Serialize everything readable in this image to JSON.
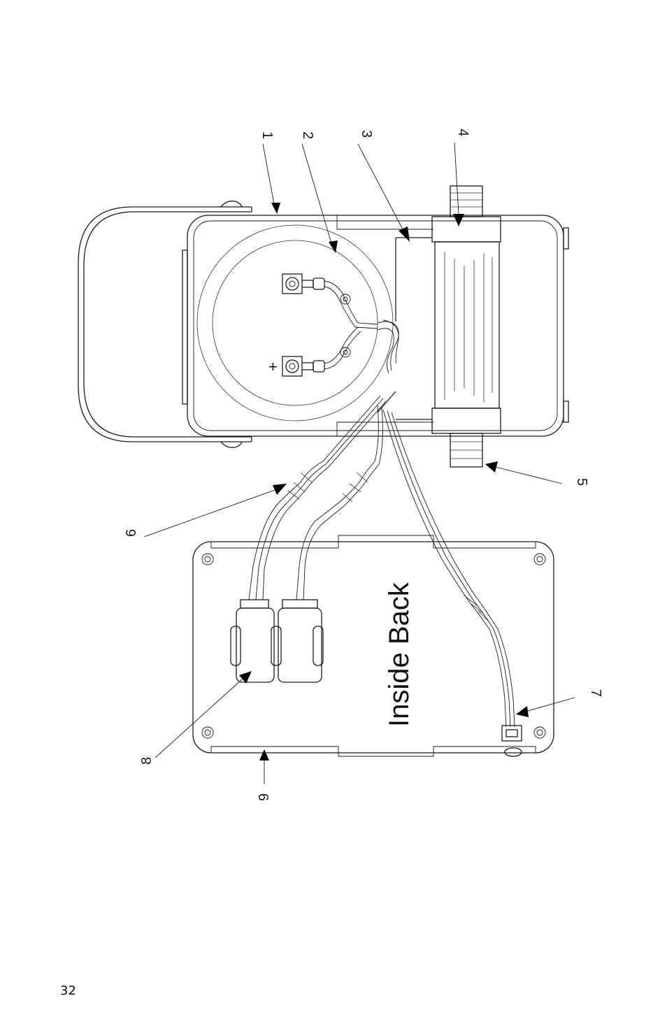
{
  "figure": {
    "panel_label": "Inside Back",
    "plus_sign": "+",
    "callouts": [
      "1",
      "2",
      "3",
      "4",
      "5",
      "6",
      "7",
      "8",
      "9"
    ]
  },
  "page": {
    "number": "32"
  }
}
